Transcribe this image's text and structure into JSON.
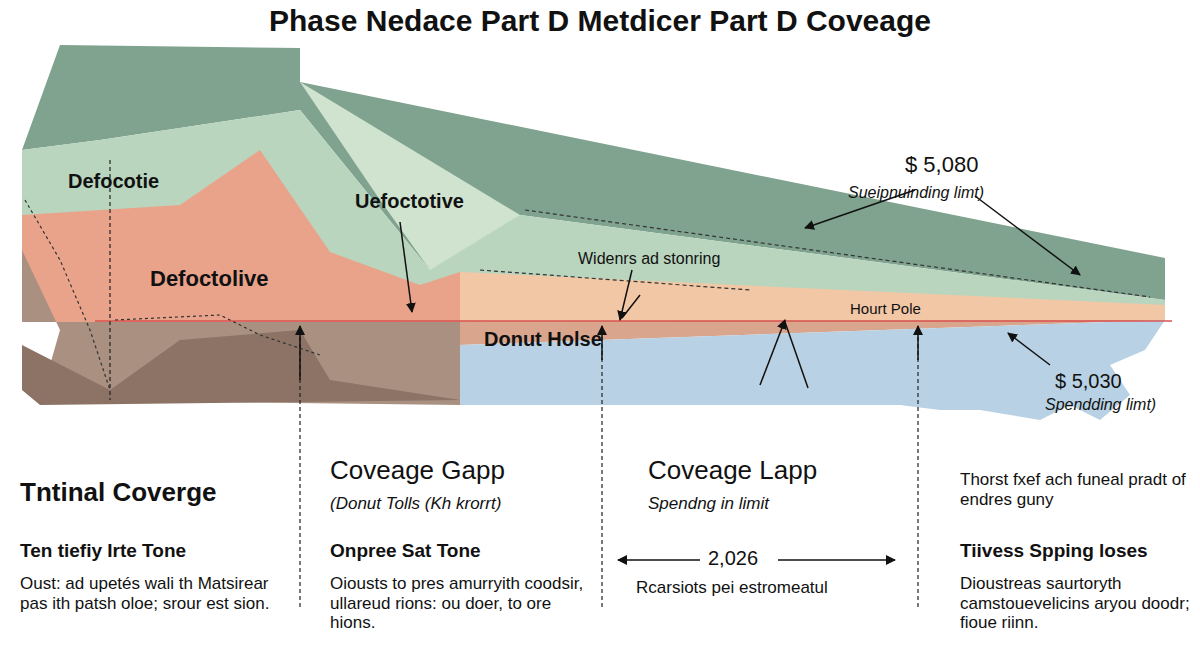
{
  "diagram": {
    "title": "Phase Nedace Part D Metdicer Part D Coveage",
    "labels": [
      "Defocotie",
      "Uefoctotive",
      "Defoctolive",
      "$ 5,080",
      "Sueipnuinding limt)",
      "Widenrs ad stonring",
      "Hourt Pole",
      "Donut Holse",
      "$ 5,030",
      "Spendding limt)",
      "Tntinal Coverge",
      "Ten tiefiy Irte Tone",
      "Oust: ad upetés wali th Matsirear pas ith patsh oloe; srour est sion.",
      "Coveage Gapp",
      "(Donut Tolls (Kh krorrt)",
      "Onpree Sat Tone",
      "Oiousts to pres amurryith coodsir, ullareud rions: ou doer, to ore hions.",
      "Coveage Lapp",
      "Spendng in limit",
      "2,026",
      "Rcarsiots pei estromeatul",
      "Thorst fxef ach funeal pradt of endres guny",
      "Tiivess Spping loses",
      "Dioustreas saurtoryth camstouevelicins aryou doodr; fioue riinn."
    ]
  }
}
